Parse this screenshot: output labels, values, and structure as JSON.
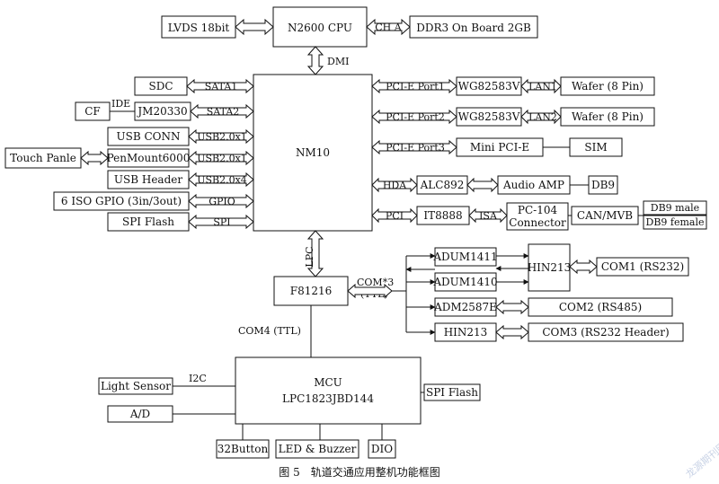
{
  "blocks": {
    "lvds": "LVDS 18bit",
    "cpu": "N2600 CPU",
    "ddr": "DDR3 On Board 2GB",
    "nm10": "NM10",
    "sdc": "SDC",
    "cf": "CF",
    "jm20330": "JM20330",
    "usb_conn": "USB CONN",
    "touch_panel": "Touch Panle",
    "penmount": "PenMount6000",
    "usb_header": "USB Header",
    "gpio_6": "6 ISO GPIO (3in/3out)",
    "spi_flash_left": "SPI Flash",
    "wg1": "WG82583V",
    "wafer1": "Wafer (8 Pin)",
    "wg2": "WG82583V",
    "wafer2": "Wafer (8 Pin)",
    "mini_pcie": "Mini PCI-E",
    "sim": "SIM",
    "alc892": "ALC892",
    "audio_amp": "Audio AMP",
    "db9": "DB9",
    "it8888": "IT8888",
    "pc104_line1": "PC-104",
    "pc104_line2": "Connector",
    "can_mvb": "CAN/MVB",
    "db9_male": "DB9 male",
    "db9_female": "DB9 female",
    "f81216": "F81216",
    "adum1411": "ADUM1411",
    "adum1410": "ADUM1410",
    "adm2587e": "ADM2587E",
    "hin213_top": "HIN213",
    "hin213_bottom": "HIN213",
    "com1": "COM1 (RS232)",
    "com2": "COM2 (RS485)",
    "com3": "COM3 (RS232 Header)",
    "mcu_line1": "MCU",
    "mcu_line2": "LPC1823JBD144",
    "light_sensor": "Light Sensor",
    "ad": "A/D",
    "spi_flash_right": "SPI Flash",
    "btn32": "32Button",
    "led_buzzer": "LED & Buzzer",
    "dio": "DIO"
  },
  "links": {
    "ch_a": "CH A",
    "dmi": "DMI",
    "sata1": "SATA1",
    "sata2": "SATA2",
    "ide": "IDE",
    "usb_x1_a": "USB2.0x1",
    "usb_x1_b": "USB2.0x1",
    "usb_x4": "USB2.0x4",
    "gpio": "GPIO",
    "spi": "SPI",
    "pcie1": "PCI-E Port1",
    "pcie2": "PCI-E Port2",
    "pcie3": "PCI-E Port3",
    "lan1": "LAN1",
    "lan2": "LAN2",
    "hda": "HDA",
    "pci": "PCI",
    "isa": "ISA",
    "lpc": "LPC",
    "com3x": "COM*3",
    "ttl": "(TTL)",
    "com4": "COM4 (TTL)",
    "i2c": "I2C"
  },
  "caption": "图 5　轨道交通应用整机功能框图",
  "watermark": "龙源期刊网"
}
